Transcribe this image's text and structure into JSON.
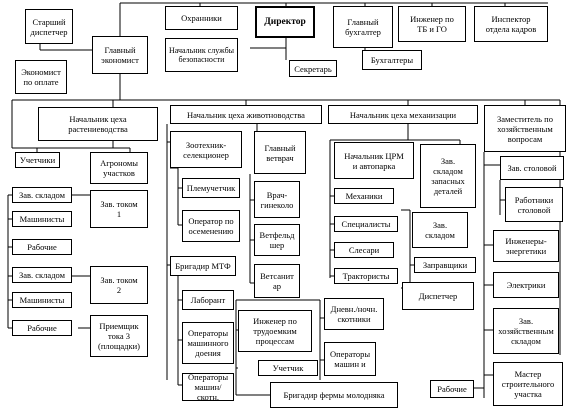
{
  "nodes": {
    "senior_dispatcher": "Старший\nдиспетчер",
    "chief_economist": "Главный\nэкономист",
    "guards": "Охранники",
    "director": "Директор",
    "security_head": "Начальник службы\nбезопасности",
    "secretary": "Секретарь",
    "chief_accountant": "Главный\nбухгалтер",
    "safety_engineer": "Инженер по\nТБ и ГО",
    "hr_inspector": "Инспектор\nотдела кадров",
    "accountants": "Бухгалтеры",
    "pay_economist": "Экономист\nпо оплате",
    "crop_head": "Начальник цеха\nрастениеводства",
    "livestock_head": "Начальник цеха животноводства",
    "mech_head": "Начальник цеха механизации",
    "deputy_household": "Заместитель по\nхозяйственным\nвопросам",
    "accounters": "Учетчики",
    "agronomists": "Агрономы\nучастков",
    "zootech": "Зоотехник-\nселекционер",
    "chief_vet": "Главный\nветврач",
    "crm_head": "Начальник ЦРМ\nи автопарка",
    "parts_warehouse": "Зав.\nскладом\nзапасных\nдеталей",
    "canteen_head": "Зав. столовой",
    "crop_warehouse1": "Зав. складом",
    "current1": "Зав. током\n1",
    "machinists1": "Машинисты",
    "workers1": "Рабочие",
    "breeder": "Племучетчик",
    "insemination": "Оператор по\nосеменению",
    "vet_gyn": "Врач-\nгинеколо",
    "paramedic": "Ветфельд\nшер",
    "sanitary": "Ветсанит\nар",
    "mechanics": "Механики",
    "specialists": "Специалисты",
    "fitters": "Слесари",
    "tractor_drivers": "Трактористы",
    "tools_warehouse": "Зав.\nскладом",
    "refuelers": "Заправщики",
    "dispatcher": "Диспетчер",
    "canteen_workers": "Работники\nстоловой",
    "power_engineers": "Инженеры-\nэнергетики",
    "electricians": "Электрики",
    "household_warehouse": "Зав.\nхозяйственным\nскладом",
    "construction_master": "Мастер\nстроительного\nучастка",
    "workers_household": "Рабочие",
    "crop_warehouse2": "Зав. складом",
    "current2": "Зав. током\n2",
    "machinists2": "Машинисты",
    "workers2": "Рабочие",
    "current3": "Приемщик\nтока 3\n(площадки)",
    "dairy_brigadier": "Бригадир МТФ",
    "lab_assistant": "Лаборант",
    "milking_operators": "Операторы\nмашинного\nдоения",
    "machine_operators": "Операторы\nмашин/скотн.",
    "labor_engineer": "Инженер по\nтрудоемким\nпроцессам",
    "accounter_livestock": "Учетчик",
    "day_night_herders": "Дневн./ночн.\nскотники",
    "machine_operators2": "Операторы\nмашин и",
    "calf_brigadier": "Бригадир фермы молодняка"
  },
  "colors": {
    "line": "#000000",
    "box_border": "#000000",
    "background": "#ffffff"
  }
}
